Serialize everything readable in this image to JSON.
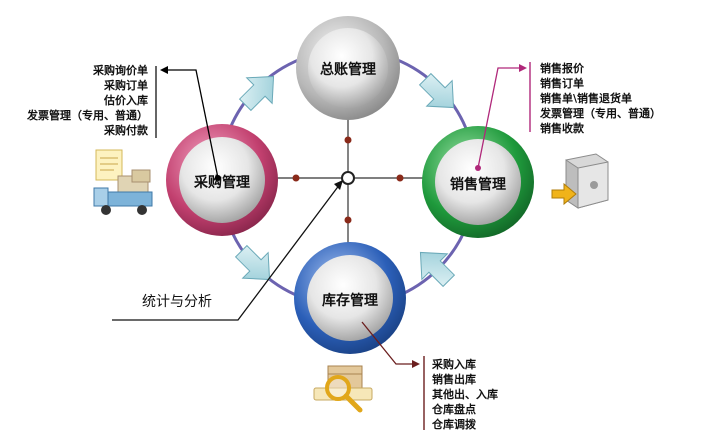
{
  "nodes": {
    "center": {
      "label": "总账管理"
    },
    "purchase": {
      "label": "采购管理",
      "color": "#c2406f"
    },
    "sales": {
      "label": "销售管理",
      "color": "#1f9a3c"
    },
    "inventory": {
      "label": "库存管理",
      "color": "#2b5fb8"
    }
  },
  "lists": {
    "purchase": [
      "采购询价单",
      "采购订单",
      "估价入库",
      "发票管理（专用、普通）",
      "采购付款"
    ],
    "sales": [
      "销售报价",
      "销售订单",
      "销售单\\销售退货单",
      "发票管理（专用、普通）",
      "销售收款"
    ],
    "inventory": [
      "采购入库",
      "销售出库",
      "其他出、入库",
      "仓库盘点",
      "仓库调拨"
    ]
  },
  "analysis_label": "统计与分析",
  "colors": {
    "arrow": "#a8d8e0",
    "purchase_pointer": "#000000",
    "sales_pointer": "#b0287a",
    "inventory_pointer": "#6b1e1e",
    "axis_dot": "#8a2a1a"
  }
}
